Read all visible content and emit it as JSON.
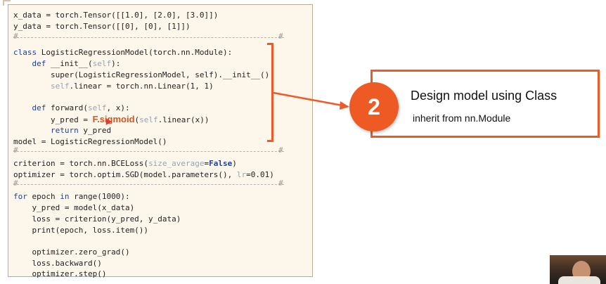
{
  "slide": {
    "badge": "2",
    "callout_title": "Design model using Class",
    "callout_subtitle": "inherit from nn.Module",
    "accent_color": "#ee5a24"
  },
  "code": {
    "line1": "x_data = torch.Tensor([[1.0], [2.0], [3.0]])",
    "line2": "y_data = torch.Tensor([[0], [0], [1]])",
    "line3a": "class",
    "line3b": " LogisticRegressionModel(torch.nn.Module):",
    "line4a": "    def",
    "line4b": " __init__(",
    "line4c": "self",
    "line4d": "):",
    "line5": "        super(LogisticRegressionModel, self).__init__()",
    "line6a": "        ",
    "line6b": "self",
    "line6c": ".linear = torch.nn.Linear(1, 1)",
    "line7a": "    def",
    "line7b": " forward(",
    "line7c": "self",
    "line7d": ", x):",
    "line8a": "        y_pred = ",
    "line8b": "F.sigmoid",
    "line8c": "(",
    "line8d": "self",
    "line8e": ".linear(x))",
    "line9a": "        return",
    "line9b": " y_pred",
    "line10": "model = LogisticRegressionModel()",
    "line11a": "criterion = torch.nn.BCELoss(",
    "line11b": "size_average",
    "line11c": "=",
    "line11d": "False",
    "line11e": ")",
    "line12a": "optimizer = torch.optim.SGD(model.parameters(), ",
    "line12b": "lr",
    "line12c": "=0.01)",
    "line13a": "for",
    "line13b": " epoch ",
    "line13c": "in",
    "line13d": " range(1000):",
    "line14": "    y_pred = model(x_data)",
    "line15": "    loss = criterion(y_pred, y_data)",
    "line16": "    print(epoch, loss.item())",
    "line17": "    optimizer.zero_grad()",
    "line18": "    loss.backward()",
    "line19": "    optimizer.step()",
    "sep_hash": "#"
  }
}
